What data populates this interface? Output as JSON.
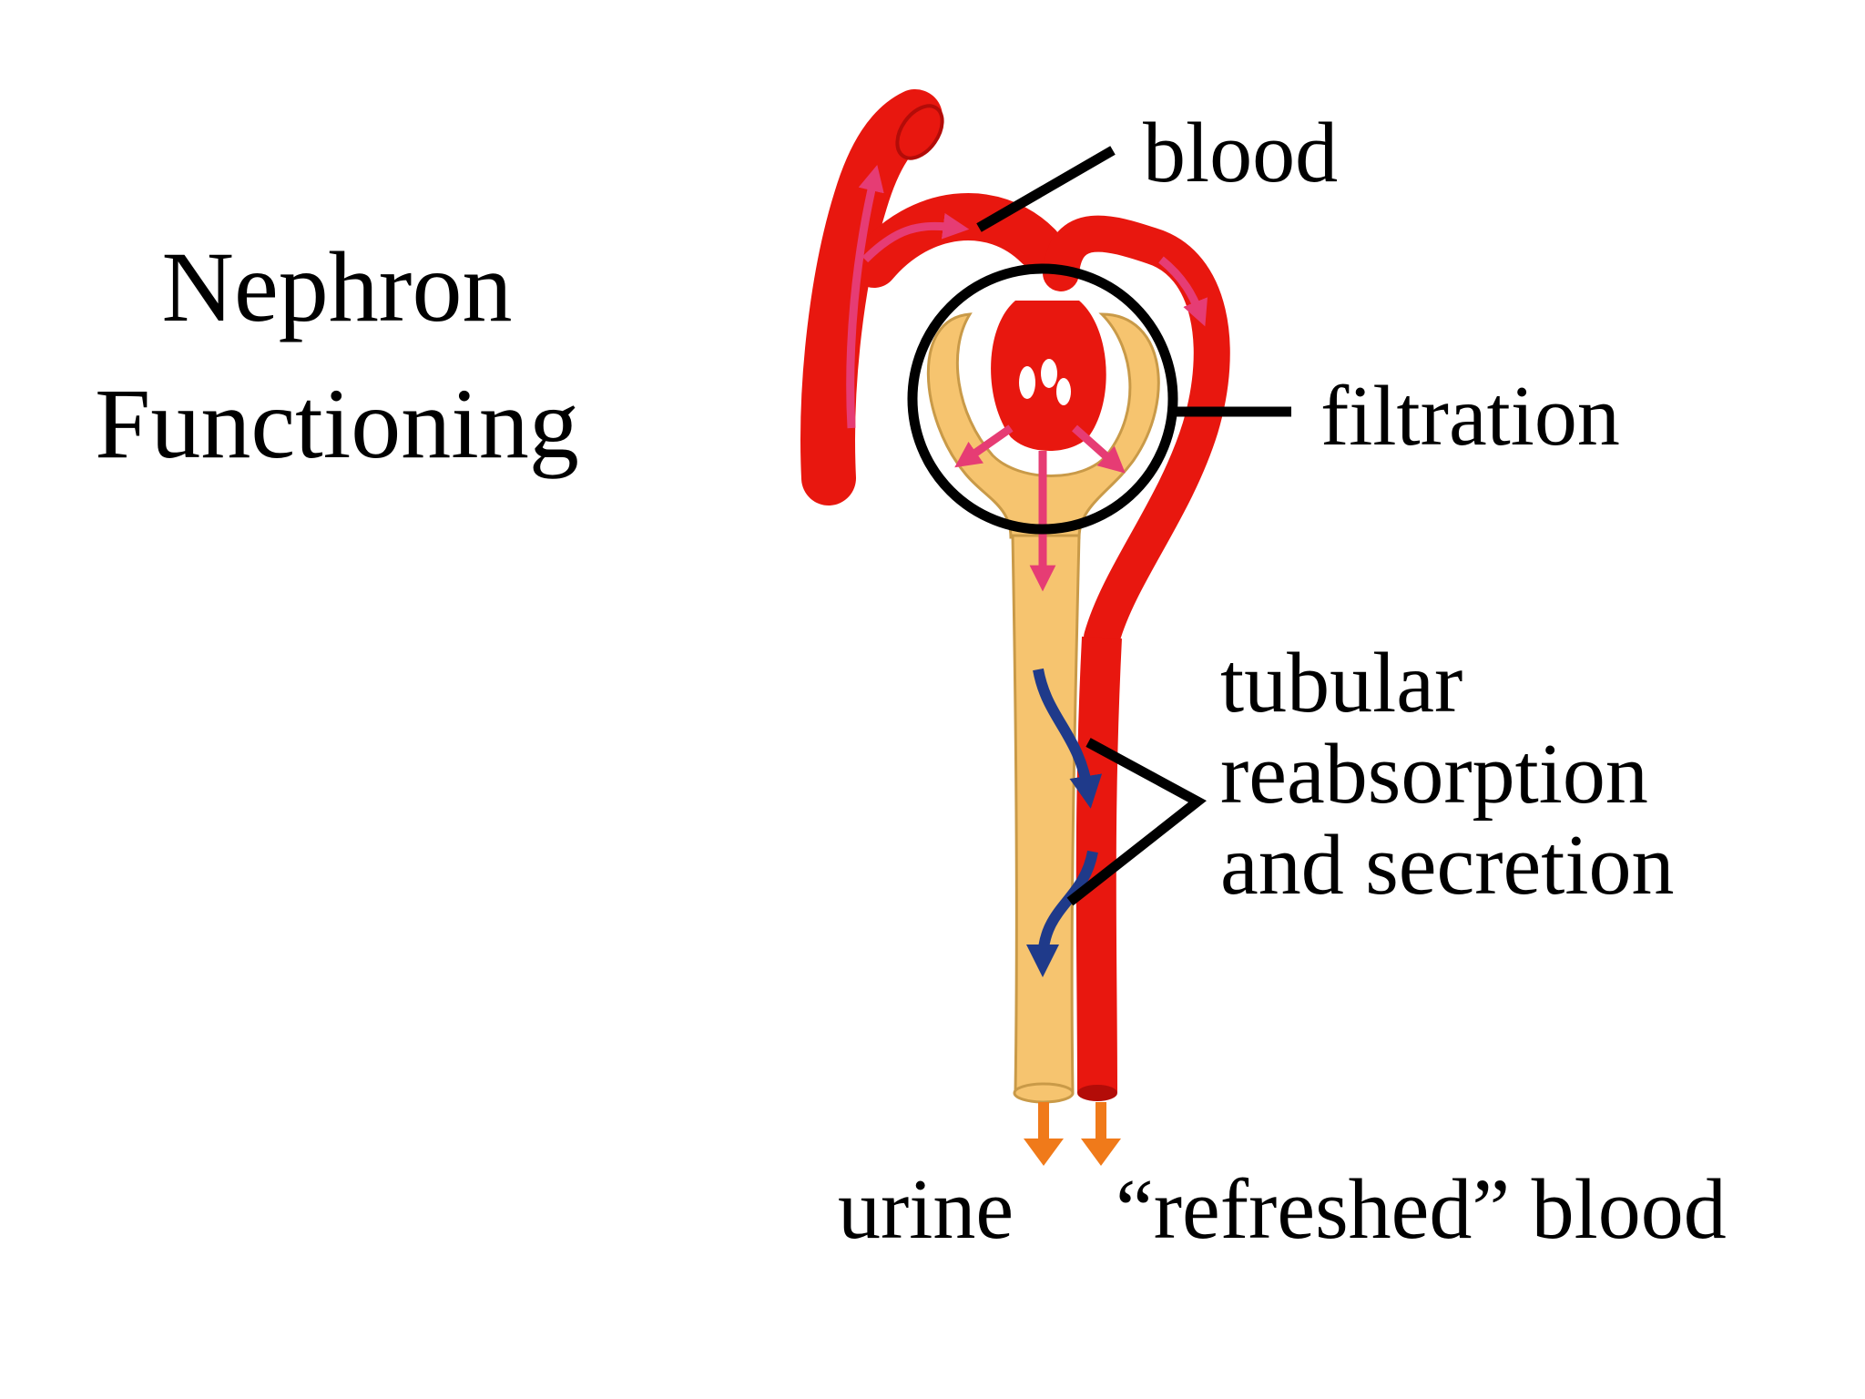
{
  "title": {
    "line1": "Nephron",
    "line2": "Functioning"
  },
  "labels": {
    "blood_top": "blood",
    "filtration": "filtration",
    "tubular_line1": "tubular",
    "tubular_line2": "reabsorption",
    "tubular_line3": "and secretion",
    "urine": "urine",
    "refreshed_blood": "“refreshed” blood"
  },
  "colors": {
    "vessel_red": "#e8170f",
    "vessel_dark": "#b30c08",
    "tubule_tan": "#f6c46f",
    "tubule_edge": "#c99a48",
    "filtration_arrow_pink": "#e63c74",
    "reabsorption_arrow_blue": "#1f3a8a",
    "output_arrow_orange": "#f07a1a",
    "leader_line": "#000000"
  },
  "icons": {
    "filtration_arrows": "pink-arrow-icon",
    "reabsorption_arrows": "blue-curved-arrow-icon",
    "output_arrows": "orange-down-arrow-icon"
  }
}
